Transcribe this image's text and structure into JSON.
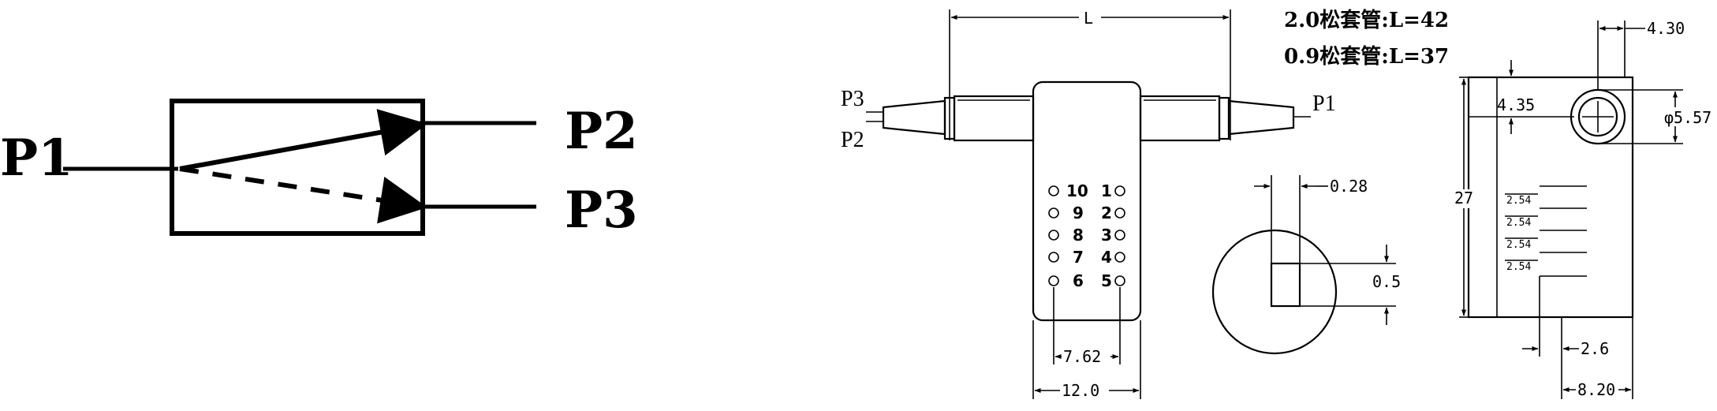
{
  "schematic": {
    "ports": {
      "input": "P1",
      "out_upper": "P2",
      "out_lower": "P3"
    }
  },
  "top_view": {
    "left_fibers": [
      "P3",
      "P2"
    ],
    "right_fiber": "P1",
    "length_label": "L",
    "notes": [
      "2.0松套管:L=42",
      "0.9松套管:L=37"
    ],
    "pins_left": [
      "10",
      "9",
      "8",
      "7",
      "6"
    ],
    "pins_right": [
      "1",
      "2",
      "3",
      "4",
      "5"
    ],
    "pin_pitch_label": "7.62",
    "width_label": "12.0"
  },
  "pin_detail": {
    "width_label": "0.28",
    "height_label": "0.5"
  },
  "side_view": {
    "top_offset": "4.30",
    "pin_offset": "4.35",
    "diameter": "φ5.57",
    "height": "27",
    "pitches": [
      "2.54",
      "2.54",
      "2.54",
      "2.54"
    ],
    "pin_protrusion": "2.6",
    "depth": "8.20"
  }
}
